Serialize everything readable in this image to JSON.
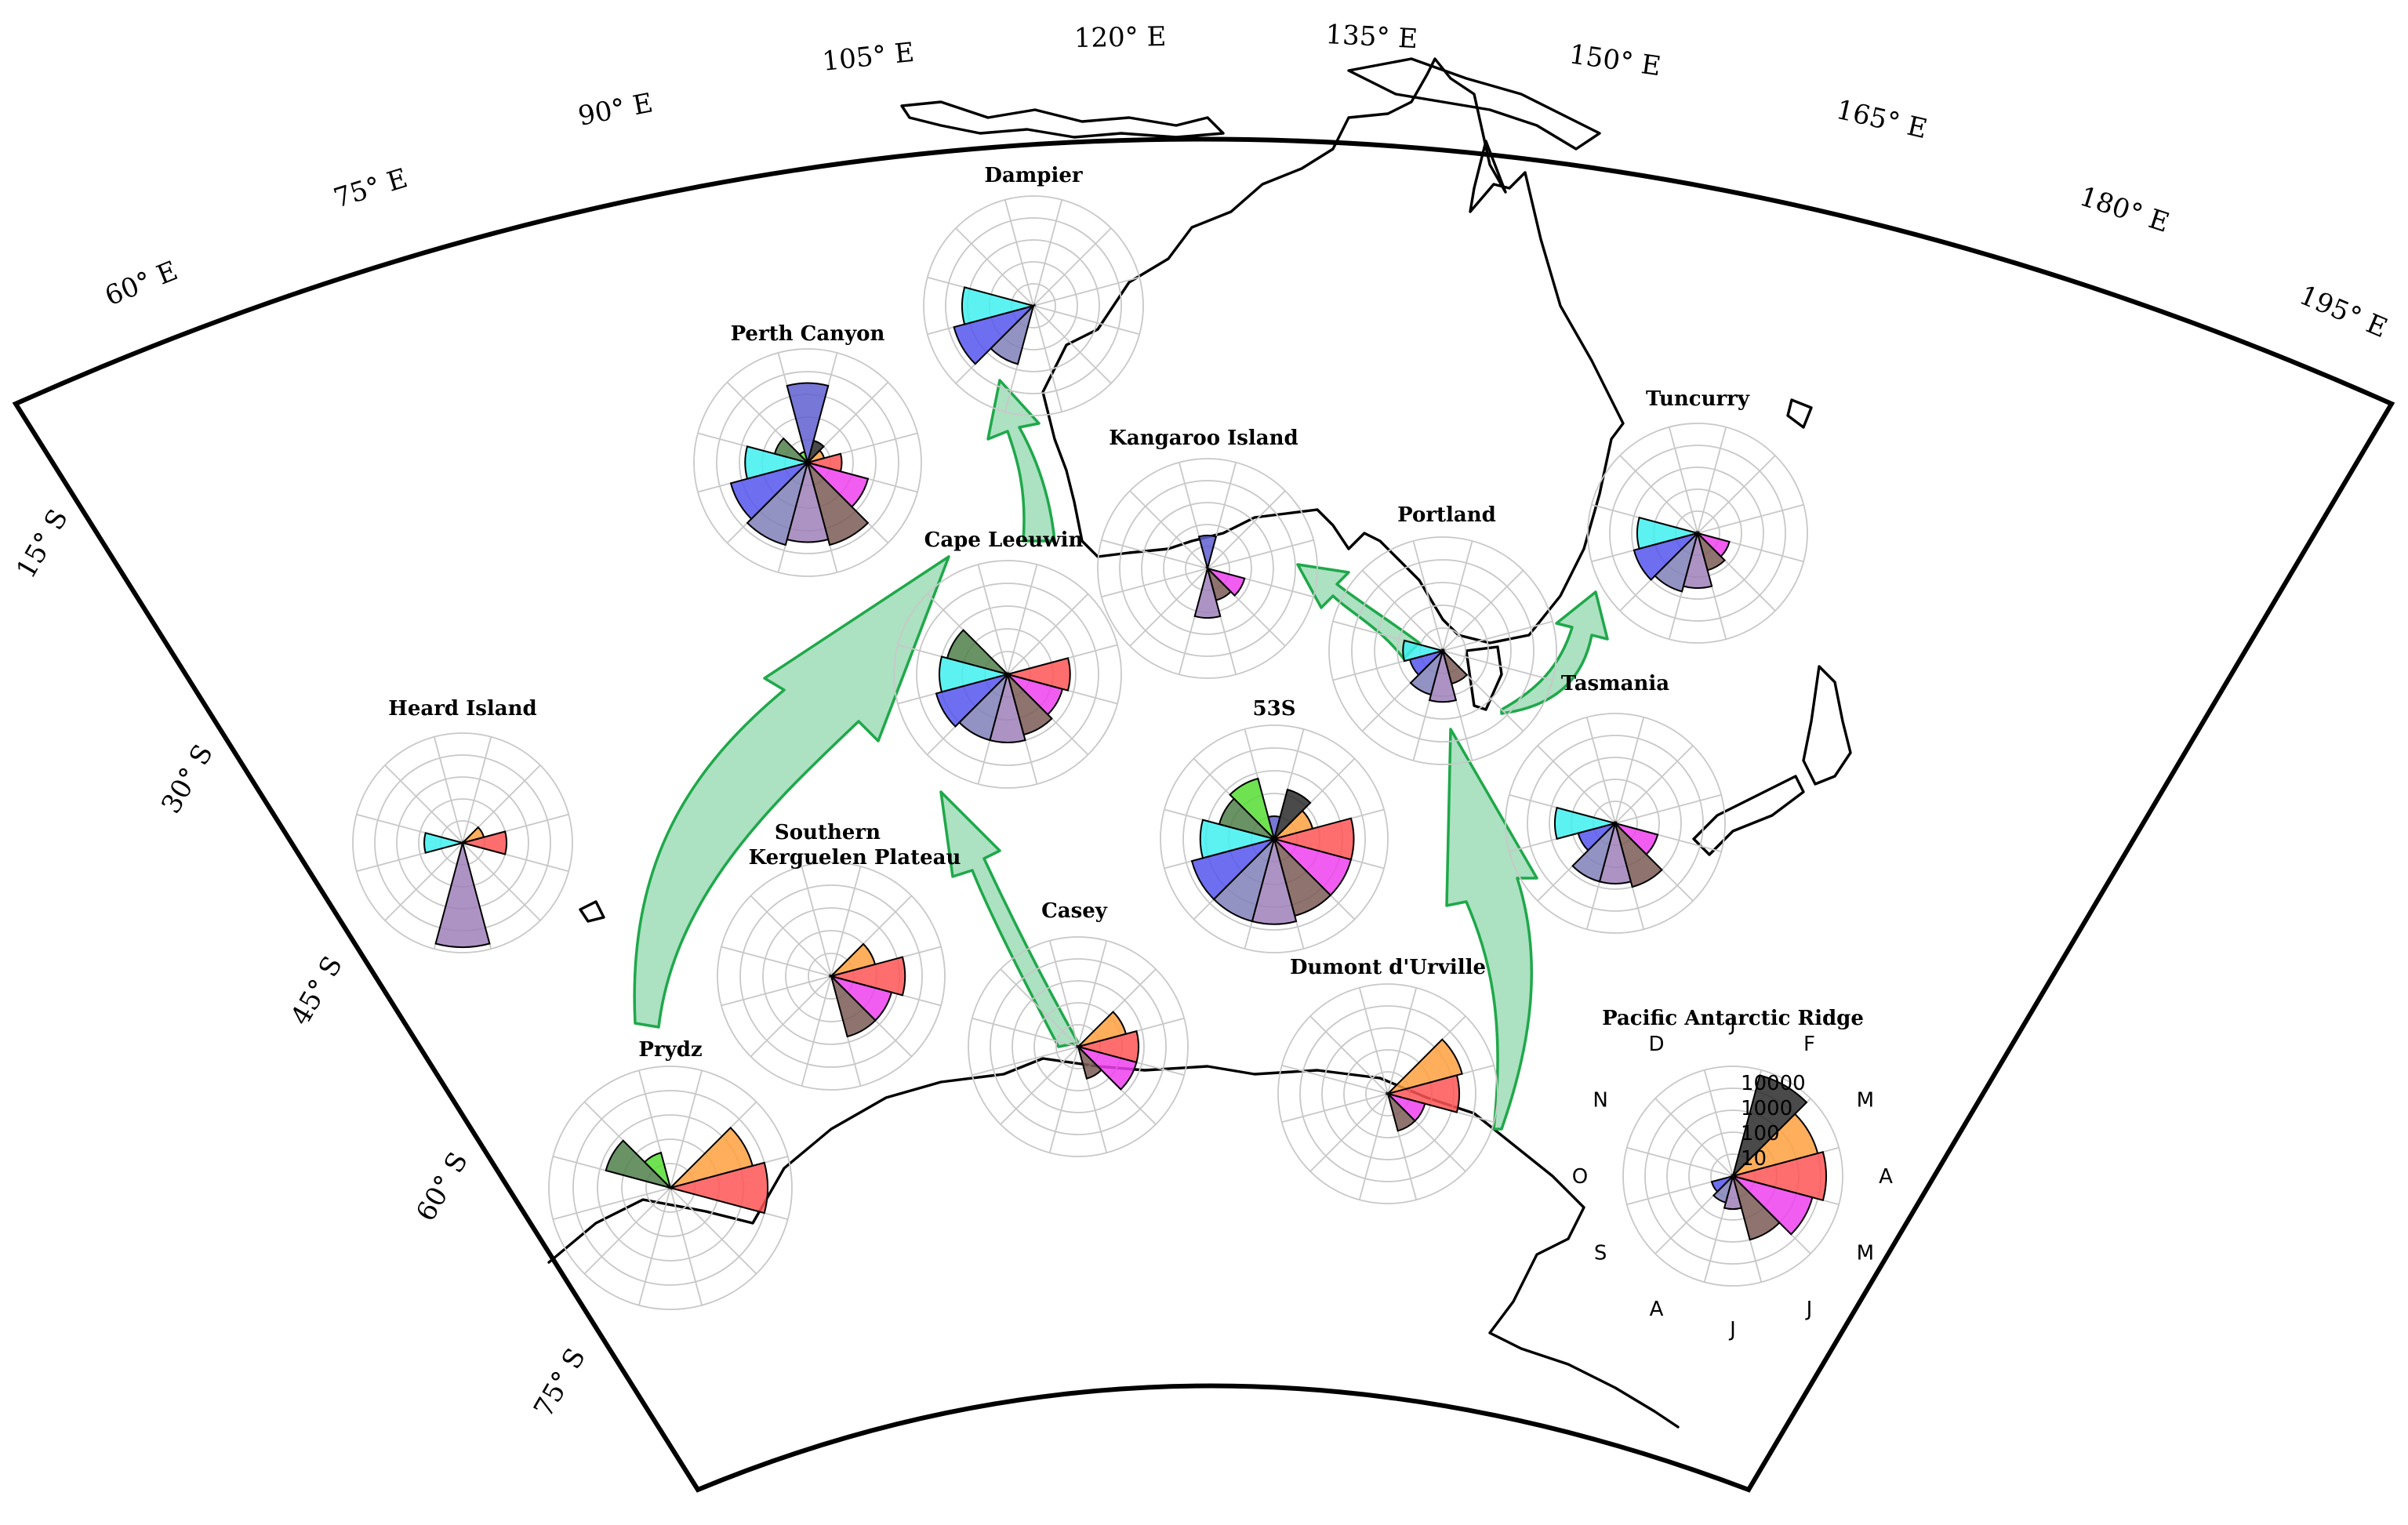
{
  "map": {
    "longitude_labels": [
      "60° E",
      "75° E",
      "90° E",
      "105° E",
      "120° E",
      "135° E",
      "150° E",
      "165° E",
      "180° E",
      "195° E"
    ],
    "latitude_labels": [
      "15° S",
      "30° S",
      "45° S",
      "60° S",
      "75° S"
    ]
  },
  "month_colors": {
    "J": "#5f5fd0",
    "F": "#2a2a2a",
    "M": "#ffa040",
    "A": "#ff5555",
    "M2": "#ee3fee",
    "J2": "#7a5a55",
    "J3": "#9f80b9",
    "A2": "#7f7fb9",
    "S": "#5555ee",
    "O": "#40f0f0",
    "N": "#4f7f4a",
    "D": "#55dd33"
  },
  "legend": {
    "title": "Pacific Antarctic Ridge",
    "month_letters": [
      "J",
      "F",
      "M",
      "A",
      "M",
      "J",
      "J",
      "A",
      "S",
      "O",
      "N",
      "D"
    ],
    "scale_labels": [
      "10000",
      "1000",
      "100",
      "10"
    ]
  },
  "sites": [
    {
      "label": "Dampier",
      "values": [
        {
          "month": "S",
          "v": 0.75
        },
        {
          "month": "O",
          "v": 0.65
        },
        {
          "month": "A2",
          "v": 0.55
        }
      ]
    },
    {
      "label": "Perth Canyon",
      "values": [
        {
          "month": "D",
          "v": 0.1
        },
        {
          "month": "J",
          "v": 0.7
        },
        {
          "month": "F",
          "v": 0.2
        },
        {
          "month": "M",
          "v": 0.15
        },
        {
          "month": "A",
          "v": 0.3
        },
        {
          "month": "M2",
          "v": 0.55
        },
        {
          "month": "J2",
          "v": 0.75
        },
        {
          "month": "J3",
          "v": 0.7
        },
        {
          "month": "A2",
          "v": 0.75
        },
        {
          "month": "S",
          "v": 0.7
        },
        {
          "month": "O",
          "v": 0.55
        },
        {
          "month": "N",
          "v": 0.3
        }
      ]
    },
    {
      "label": "Cape Leeuwin",
      "values": [
        {
          "month": "N",
          "v": 0.55
        },
        {
          "month": "O",
          "v": 0.6
        },
        {
          "month": "S",
          "v": 0.65
        },
        {
          "month": "A2",
          "v": 0.6
        },
        {
          "month": "J3",
          "v": 0.6
        },
        {
          "month": "J2",
          "v": 0.55
        },
        {
          "month": "M2",
          "v": 0.5
        },
        {
          "month": "A",
          "v": 0.55
        }
      ]
    },
    {
      "label": "Kangaroo Island",
      "values": [
        {
          "month": "J",
          "v": 0.3
        },
        {
          "month": "M2",
          "v": 0.35
        },
        {
          "month": "J2",
          "v": 0.3
        },
        {
          "month": "J3",
          "v": 0.45
        }
      ]
    },
    {
      "label": "Portland",
      "values": [
        {
          "month": "O",
          "v": 0.35
        },
        {
          "month": "S",
          "v": 0.3
        },
        {
          "month": "A2",
          "v": 0.4
        },
        {
          "month": "J3",
          "v": 0.45
        },
        {
          "month": "J2",
          "v": 0.3
        }
      ]
    },
    {
      "label": "Tuncurry",
      "values": [
        {
          "month": "O",
          "v": 0.55
        },
        {
          "month": "S",
          "v": 0.6
        },
        {
          "month": "A2",
          "v": 0.55
        },
        {
          "month": "J3",
          "v": 0.5
        },
        {
          "month": "J2",
          "v": 0.35
        },
        {
          "month": "M2",
          "v": 0.3
        }
      ]
    },
    {
      "label": "Tasmania",
      "values": [
        {
          "month": "O",
          "v": 0.55
        },
        {
          "month": "S",
          "v": 0.35
        },
        {
          "month": "A2",
          "v": 0.55
        },
        {
          "month": "J3",
          "v": 0.55
        },
        {
          "month": "J2",
          "v": 0.6
        },
        {
          "month": "M2",
          "v": 0.4
        }
      ]
    },
    {
      "label": "53S",
      "values": [
        {
          "month": "D",
          "v": 0.55
        },
        {
          "month": "F",
          "v": 0.45
        },
        {
          "month": "J",
          "v": 0.2
        },
        {
          "month": "M",
          "v": 0.35
        },
        {
          "month": "A",
          "v": 0.7
        },
        {
          "month": "M2",
          "v": 0.7
        },
        {
          "month": "J2",
          "v": 0.7
        },
        {
          "month": "J3",
          "v": 0.75
        },
        {
          "month": "A2",
          "v": 0.75
        },
        {
          "month": "S",
          "v": 0.75
        },
        {
          "month": "O",
          "v": 0.65
        },
        {
          "month": "N",
          "v": 0.5
        }
      ]
    },
    {
      "label": "Heard Island",
      "values": [
        {
          "month": "O",
          "v": 0.35
        },
        {
          "month": "M",
          "v": 0.2
        },
        {
          "month": "A",
          "v": 0.4
        },
        {
          "month": "J3",
          "v": 0.95
        }
      ]
    },
    {
      "label": "Southern\nKerguelen Plateau",
      "values": [
        {
          "month": "M",
          "v": 0.4
        },
        {
          "month": "A",
          "v": 0.65
        },
        {
          "month": "M2",
          "v": 0.55
        },
        {
          "month": "J2",
          "v": 0.55
        }
      ]
    },
    {
      "label": "Casey",
      "values": [
        {
          "month": "M",
          "v": 0.45
        },
        {
          "month": "A",
          "v": 0.55
        },
        {
          "month": "M2",
          "v": 0.55
        },
        {
          "month": "J2",
          "v": 0.3
        }
      ]
    },
    {
      "label": "Dumont d'Urville",
      "values": [
        {
          "month": "M",
          "v": 0.7
        },
        {
          "month": "A",
          "v": 0.65
        },
        {
          "month": "M2",
          "v": 0.35
        },
        {
          "month": "J2",
          "v": 0.35
        }
      ]
    },
    {
      "label": "Prydz",
      "values": [
        {
          "month": "D",
          "v": 0.3
        },
        {
          "month": "N",
          "v": 0.55
        },
        {
          "month": "M",
          "v": 0.7
        },
        {
          "month": "A",
          "v": 0.8
        }
      ]
    }
  ]
}
